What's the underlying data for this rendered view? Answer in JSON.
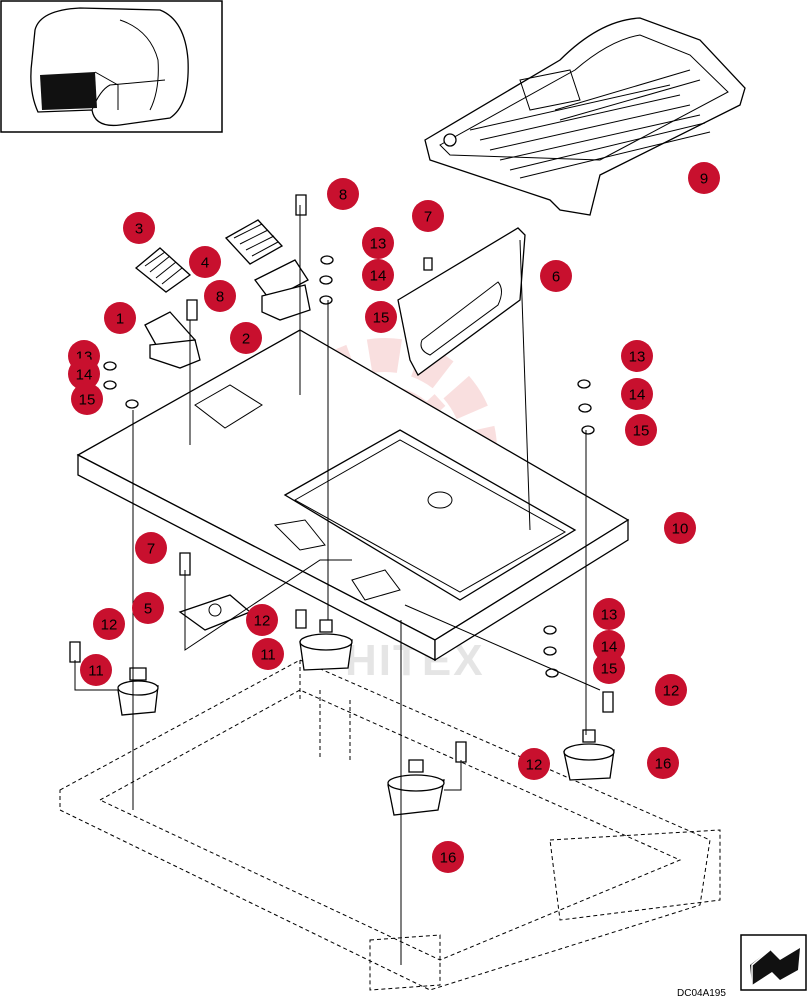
{
  "diagram": {
    "drawing_code": "DC04A195",
    "watermark": "HITEX",
    "colors": {
      "callout_fill": "#c8102e",
      "line": "#000000",
      "watermark": "#e87070"
    },
    "callouts": [
      {
        "id": "c1",
        "label": "1"
      },
      {
        "id": "c2",
        "label": "2"
      },
      {
        "id": "c3",
        "label": "3"
      },
      {
        "id": "c4",
        "label": "4"
      },
      {
        "id": "c5",
        "label": "5"
      },
      {
        "id": "c6",
        "label": "6"
      },
      {
        "id": "c7a",
        "label": "7"
      },
      {
        "id": "c7b",
        "label": "7"
      },
      {
        "id": "c8a",
        "label": "8"
      },
      {
        "id": "c8b",
        "label": "8"
      },
      {
        "id": "c9",
        "label": "9"
      },
      {
        "id": "c10",
        "label": "10"
      },
      {
        "id": "c11a",
        "label": "11"
      },
      {
        "id": "c11b",
        "label": "11"
      },
      {
        "id": "c12a",
        "label": "12"
      },
      {
        "id": "c12b",
        "label": "12"
      },
      {
        "id": "c12c",
        "label": "12"
      },
      {
        "id": "c12d",
        "label": "12"
      },
      {
        "id": "c13a",
        "label": "13"
      },
      {
        "id": "c13b",
        "label": "13"
      },
      {
        "id": "c13c",
        "label": "13"
      },
      {
        "id": "c13d",
        "label": "13"
      },
      {
        "id": "c14a",
        "label": "14"
      },
      {
        "id": "c14b",
        "label": "14"
      },
      {
        "id": "c14c",
        "label": "14"
      },
      {
        "id": "c14d",
        "label": "14"
      },
      {
        "id": "c15a",
        "label": "15"
      },
      {
        "id": "c15b",
        "label": "15"
      },
      {
        "id": "c15c",
        "label": "15"
      },
      {
        "id": "c15d",
        "label": "15"
      },
      {
        "id": "c16a",
        "label": "16"
      },
      {
        "id": "c16b",
        "label": "16"
      }
    ]
  }
}
